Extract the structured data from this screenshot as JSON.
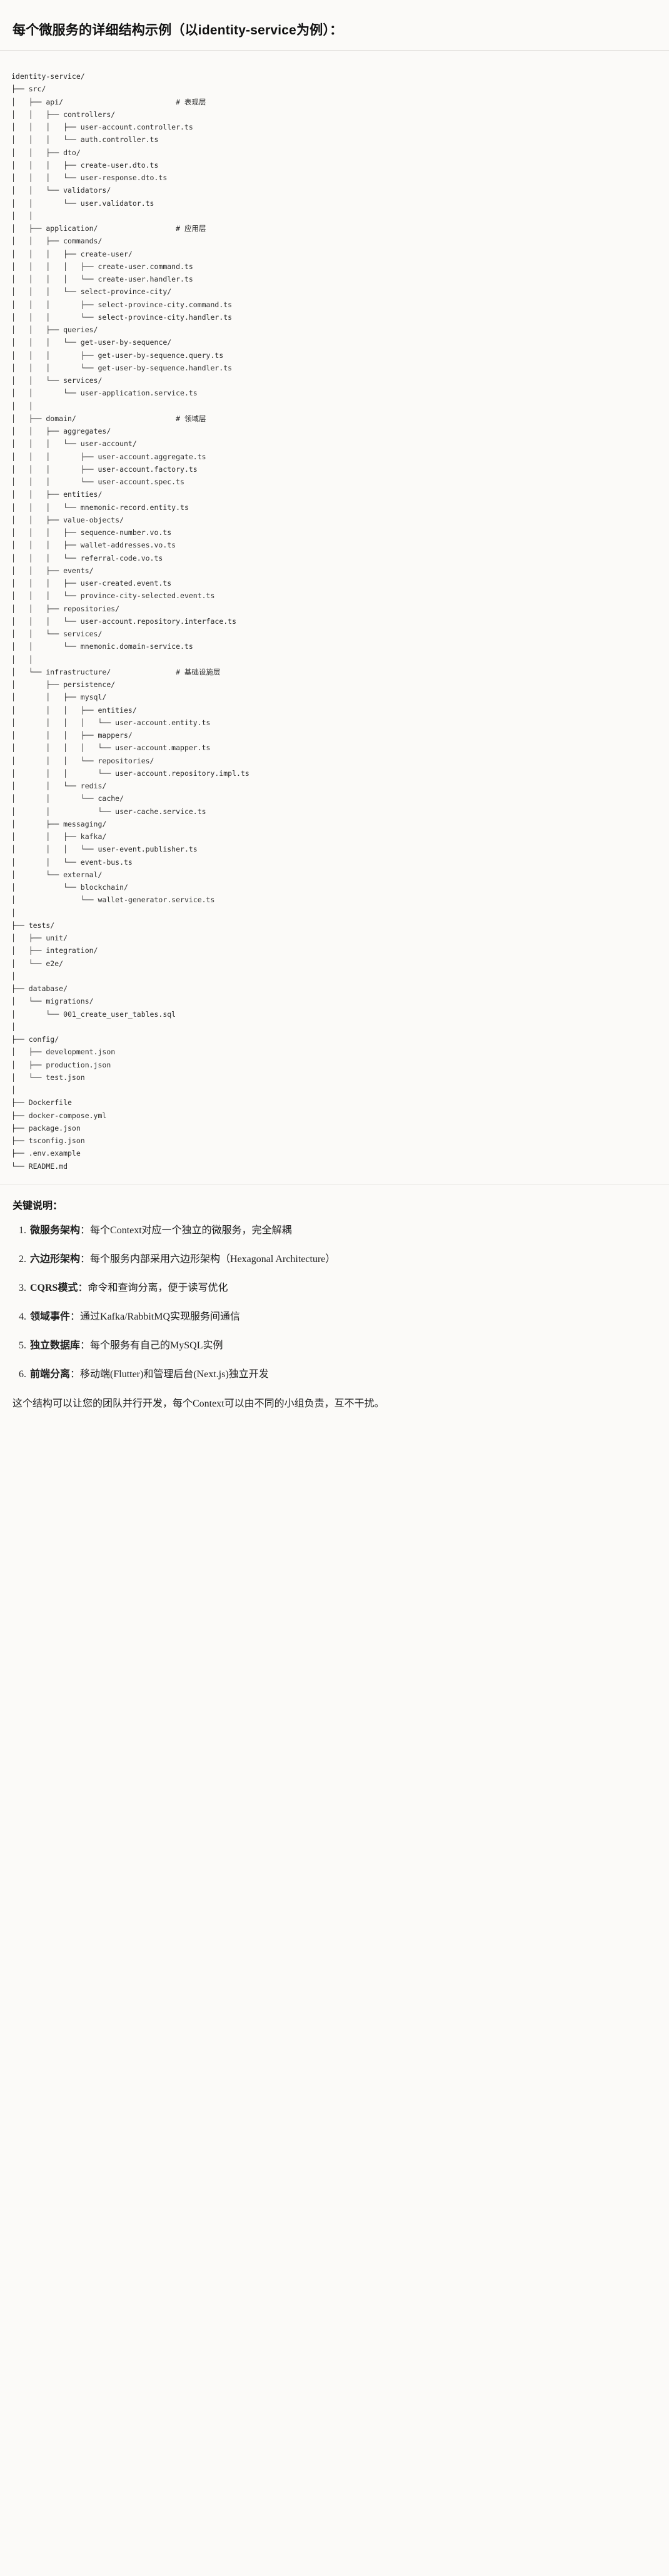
{
  "heading": "每个微服务的详细结构示例（以identity-service为例）：",
  "tree": {
    "root": "identity-service/",
    "text": "identity-service/\n├── src/\n│   ├── api/                          # 表现层\n│   │   ├── controllers/\n│   │   │   ├── user-account.controller.ts\n│   │   │   └── auth.controller.ts\n│   │   ├── dto/\n│   │   │   ├── create-user.dto.ts\n│   │   │   └── user-response.dto.ts\n│   │   └── validators/\n│   │       └── user.validator.ts\n│   │\n│   ├── application/                  # 应用层\n│   │   ├── commands/\n│   │   │   ├── create-user/\n│   │   │   │   ├── create-user.command.ts\n│   │   │   │   └── create-user.handler.ts\n│   │   │   └── select-province-city/\n│   │   │       ├── select-province-city.command.ts\n│   │   │       └── select-province-city.handler.ts\n│   │   ├── queries/\n│   │   │   └── get-user-by-sequence/\n│   │   │       ├── get-user-by-sequence.query.ts\n│   │   │       └── get-user-by-sequence.handler.ts\n│   │   └── services/\n│   │       └── user-application.service.ts\n│   │\n│   ├── domain/                       # 领域层\n│   │   ├── aggregates/\n│   │   │   └── user-account/\n│   │   │       ├── user-account.aggregate.ts\n│   │   │       ├── user-account.factory.ts\n│   │   │       └── user-account.spec.ts\n│   │   ├── entities/\n│   │   │   └── mnemonic-record.entity.ts\n│   │   ├── value-objects/\n│   │   │   ├── sequence-number.vo.ts\n│   │   │   ├── wallet-addresses.vo.ts\n│   │   │   └── referral-code.vo.ts\n│   │   ├── events/\n│   │   │   ├── user-created.event.ts\n│   │   │   └── province-city-selected.event.ts\n│   │   ├── repositories/\n│   │   │   └── user-account.repository.interface.ts\n│   │   └── services/\n│   │       └── mnemonic.domain-service.ts\n│   │\n│   └── infrastructure/               # 基础设施层\n│       ├── persistence/\n│       │   ├── mysql/\n│       │   │   ├── entities/\n│       │   │   │   └── user-account.entity.ts\n│       │   │   ├── mappers/\n│       │   │   │   └── user-account.mapper.ts\n│       │   │   └── repositories/\n│       │   │       └── user-account.repository.impl.ts\n│       │   └── redis/\n│       │       └── cache/\n│       │           └── user-cache.service.ts\n│       ├── messaging/\n│       │   ├── kafka/\n│       │   │   └── user-event.publisher.ts\n│       │   └── event-bus.ts\n│       └── external/\n│           └── blockchain/\n│               └── wallet-generator.service.ts\n│\n├── tests/\n│   ├── unit/\n│   ├── integration/\n│   └── e2e/\n│\n├── database/\n│   └── migrations/\n│       └── 001_create_user_tables.sql\n│\n├── config/\n│   ├── development.json\n│   ├── production.json\n│   └── test.json\n│\n├── Dockerfile\n├── docker-compose.yml\n├── package.json\n├── tsconfig.json\n├── .env.example\n└── README.md",
    "layer_comments": [
      {
        "path": "api/",
        "comment": "# 表现层"
      },
      {
        "path": "application/",
        "comment": "# 应用层"
      },
      {
        "path": "domain/",
        "comment": "# 领域层"
      },
      {
        "path": "infrastructure/",
        "comment": "# 基础设施层"
      }
    ]
  },
  "notes": {
    "title": "关键说明：",
    "items": [
      {
        "term": "微服务架构",
        "body": "：每个Context对应一个独立的微服务，完全解耦"
      },
      {
        "term": "六边形架构",
        "body": "：每个服务内部采用六边形架构（Hexagonal Architecture）"
      },
      {
        "term": "CQRS模式",
        "body": "：命令和查询分离，便于读写优化"
      },
      {
        "term": "领域事件",
        "body": "：通过Kafka/RabbitMQ实现服务间通信"
      },
      {
        "term": "独立数据库",
        "body": "：每个服务有自己的MySQL实例"
      },
      {
        "term": "前端分离",
        "body": "：移动端(Flutter)和管理后台(Next.js)独立开发"
      }
    ],
    "closing": "这个结构可以让您的团队并行开发，每个Context可以由不同的小组负责，互不干扰。"
  }
}
